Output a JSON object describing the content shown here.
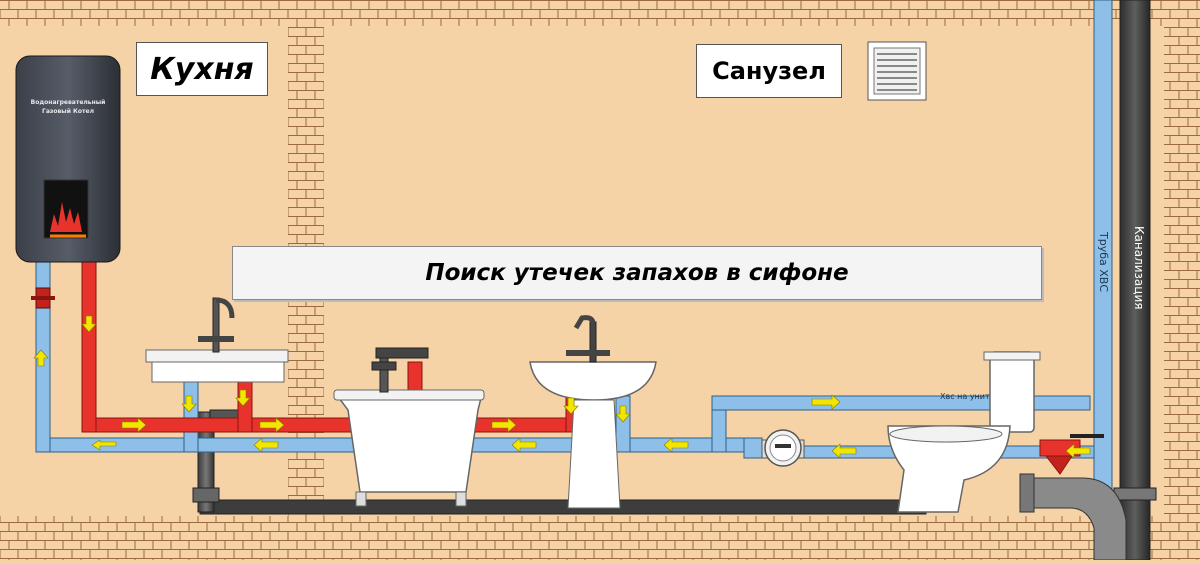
{
  "title": "Поиск утечек запахов в сифоне",
  "rooms": {
    "kitchen": "Кухня",
    "bathroom": "Санузел"
  },
  "pipes": {
    "cold_riser": "Труба ХВС",
    "sewer": "Канализация",
    "cold_to_unit": "Хвс на унит"
  },
  "water_heater": {
    "label": "Водонагревательный Газовый Котел"
  },
  "colors": {
    "wall": "#f6d3a6",
    "brick_line": "#9a6b3f",
    "hot_pipe": "#e8322c",
    "cold_pipe": "#8dbfe8",
    "drain_pipe": "#4a4a4a",
    "flow_arrow": "#f2e600"
  }
}
